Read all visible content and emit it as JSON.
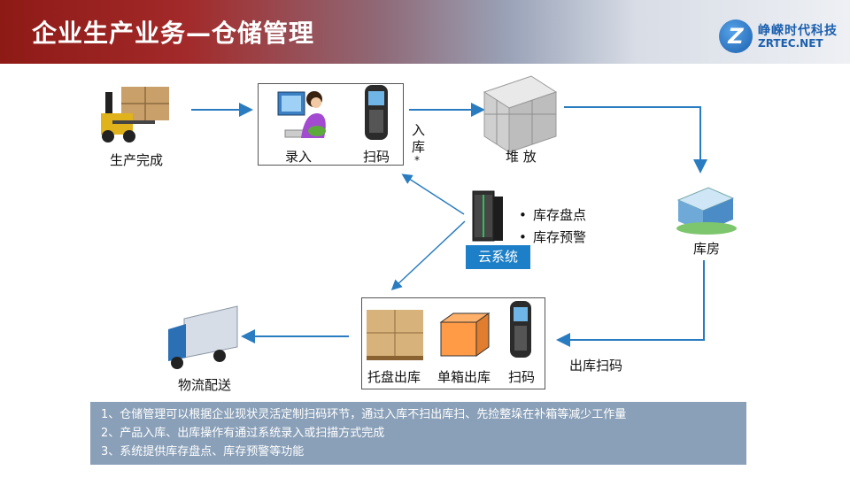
{
  "header": {
    "title": "企业生产业务—仓储管理"
  },
  "logo": {
    "cn": "峥嵘时代科技",
    "en": "ZRTEC.NET"
  },
  "nodes": {
    "production_done": "生产完成",
    "entry": "录入",
    "scan_in": "扫码",
    "inbound_label": [
      "入",
      "库",
      "*"
    ],
    "stack": "堆 放",
    "warehouse": "库房",
    "outbound_scan": "出库扫码",
    "pallet_out": "托盘出库",
    "box_out": "单箱出库",
    "scan_out": "扫码",
    "logistics": "物流配送",
    "cloud": "云系统"
  },
  "cloud_features": [
    "库存盘点",
    "库存预警"
  ],
  "notes": [
    "1、仓储管理可以根据企业现状灵活定制扫码环节，通过入库不扫出库扫、先捡整垛在补箱等减少工作量",
    "2、产品入库、出库操作有通过系统录入或扫描方式完成",
    "3、系统提供库存盘点、库存预警等功能"
  ],
  "colors": {
    "arrow": "#2a7cc0",
    "cloud_tag": "#1d7fc7",
    "notes_bg": "#8aa0b8",
    "header_start": "#8e1a16"
  },
  "icons": [
    "forklift-icon",
    "computer-user-icon",
    "barcode-scanner-icon",
    "cube-stack-icon",
    "warehouse-building-icon",
    "server-icon",
    "pallet-boxes-icon",
    "single-box-icon",
    "delivery-truck-icon"
  ]
}
